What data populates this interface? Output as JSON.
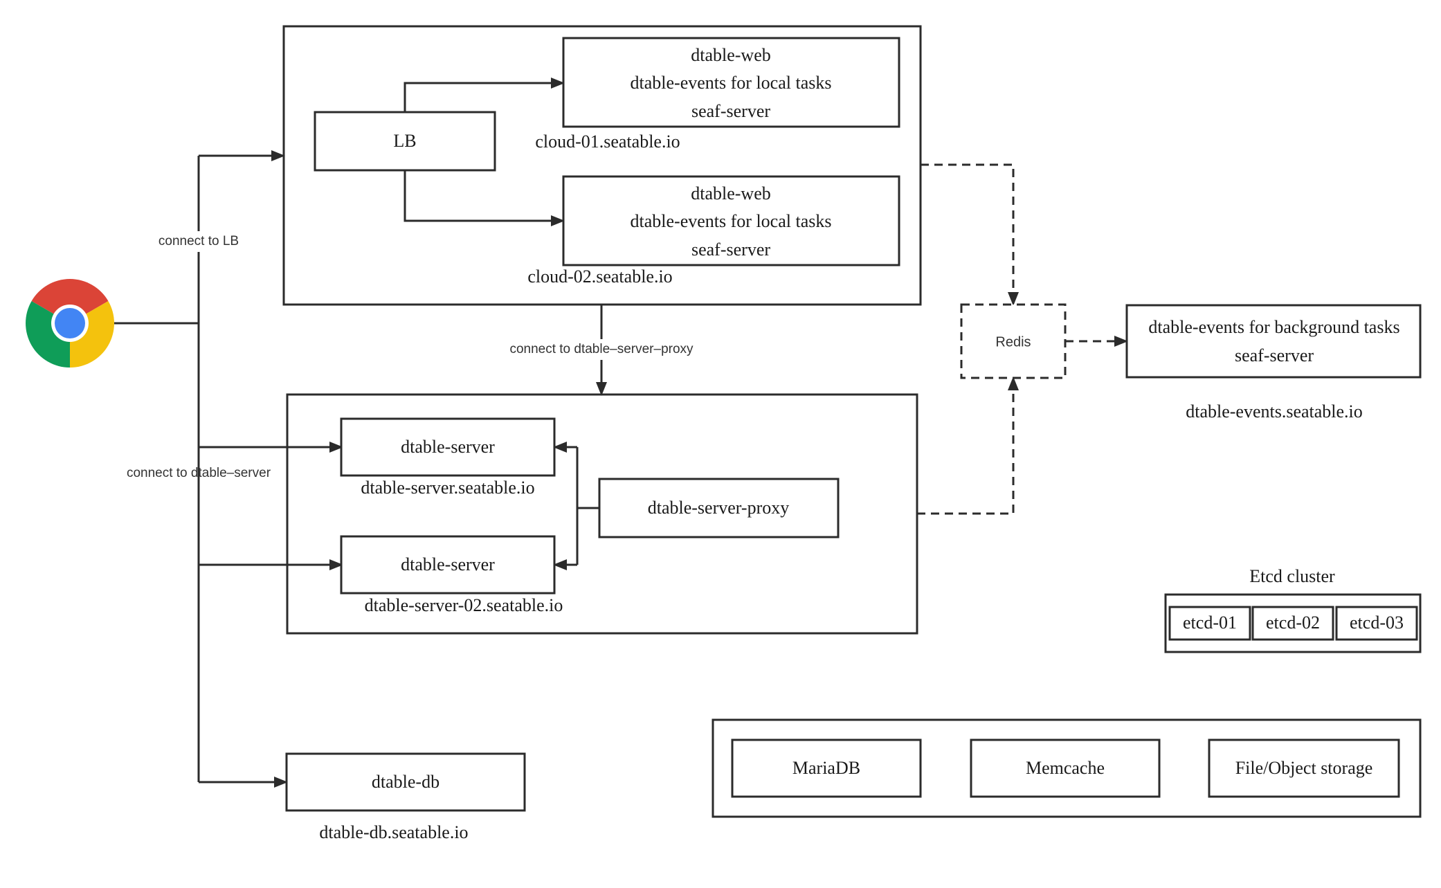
{
  "nodes": {
    "lb": "LB",
    "cloud01_lines": [
      "dtable-web",
      "dtable-events for local tasks",
      "seaf-server"
    ],
    "cloud01_host": "cloud-01.seatable.io",
    "cloud02_lines": [
      "dtable-web",
      "dtable-events for local tasks",
      "seaf-server"
    ],
    "cloud02_host": "cloud-02.seatable.io",
    "dtable_server_1": "dtable-server",
    "dtable_server_1_host": "dtable-server.seatable.io",
    "dtable_server_2": "dtable-server",
    "dtable_server_2_host": "dtable-server-02.seatable.io",
    "dtable_server_proxy": "dtable-server-proxy",
    "redis": "Redis",
    "events_lines": [
      "dtable-events for background tasks",
      "seaf-server"
    ],
    "events_host": "dtable-events.seatable.io",
    "etcd_title": "Etcd cluster",
    "etcd_nodes": [
      "etcd-01",
      "etcd-02",
      "etcd-03"
    ],
    "dtable_db": "dtable-db",
    "dtable_db_host": "dtable-db.seatable.io",
    "storage": [
      "MariaDB",
      "Memcache",
      "File/Object storage"
    ]
  },
  "edge_labels": {
    "connect_lb": "connect to LB",
    "connect_proxy": "connect to dtable–server–proxy",
    "connect_server": "connect to dtable–server"
  },
  "icons": {
    "browser": "chrome-browser-icon"
  },
  "colors": {
    "chrome_red": "#db4437",
    "chrome_green": "#0f9d58",
    "chrome_yellow": "#f4c20d",
    "chrome_blue": "#4285f4"
  }
}
